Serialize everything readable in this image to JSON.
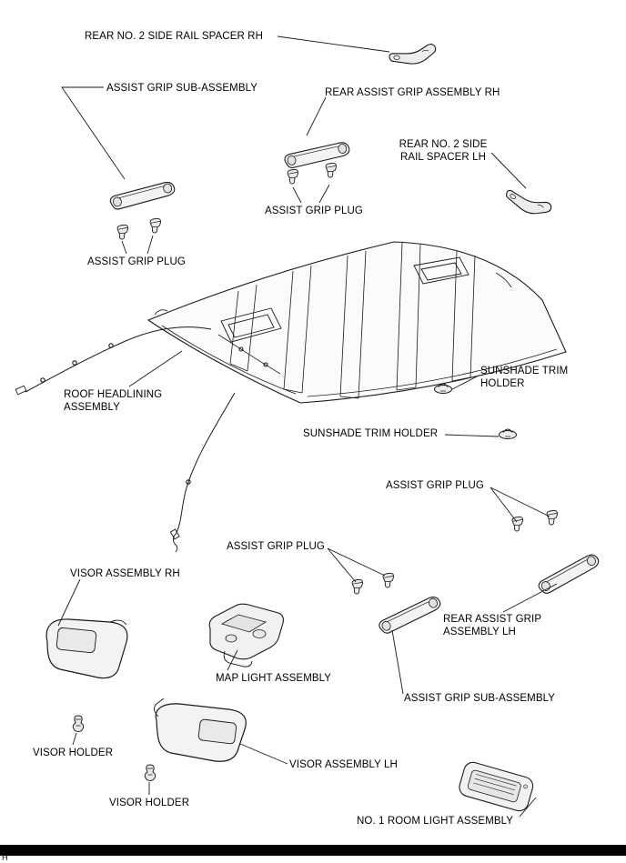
{
  "diagram": {
    "labels": {
      "rear_no2_side_rail_spacer_rh": "REAR NO. 2 SIDE RAIL SPACER RH",
      "assist_grip_sub_assembly_top": "ASSIST GRIP SUB-ASSEMBLY",
      "rear_assist_grip_assembly_rh": "REAR ASSIST GRIP ASSEMBLY RH",
      "rear_no2_side_rail_spacer_lh": "REAR NO. 2 SIDE\nRAIL SPACER LH",
      "assist_grip_plug_top_center": "ASSIST GRIP PLUG",
      "assist_grip_plug_left": "ASSIST GRIP PLUG",
      "roof_headlining_assembly": "ROOF HEADLINING\nASSEMBLY",
      "sunshade_trim_holder_right": "SUNSHADE TRIM\nHOLDER",
      "sunshade_trim_holder_center": "SUNSHADE TRIM HOLDER",
      "assist_grip_plug_right": "ASSIST GRIP PLUG",
      "assist_grip_plug_bottom_center": "ASSIST GRIP PLUG",
      "visor_assembly_rh": "VISOR ASSEMBLY RH",
      "rear_assist_grip_assembly_lh": "REAR ASSIST GRIP\nASSEMBLY LH",
      "map_light_assembly": "MAP LIGHT ASSEMBLY",
      "assist_grip_sub_assembly_bottom": "ASSIST GRIP SUB-ASSEMBLY",
      "visor_holder_left": "VISOR HOLDER",
      "visor_assembly_lh": "VISOR ASSEMBLY LH",
      "visor_holder_center": "VISOR HOLDER",
      "no1_room_light_assembly": "NO. 1 ROOM LIGHT ASSEMBLY"
    },
    "footer_letter": "H",
    "colors": {
      "line": "#1a1a1a",
      "part_fill": "#f3f3f3",
      "background": "#ffffff",
      "footer_bar": "#000000"
    }
  }
}
